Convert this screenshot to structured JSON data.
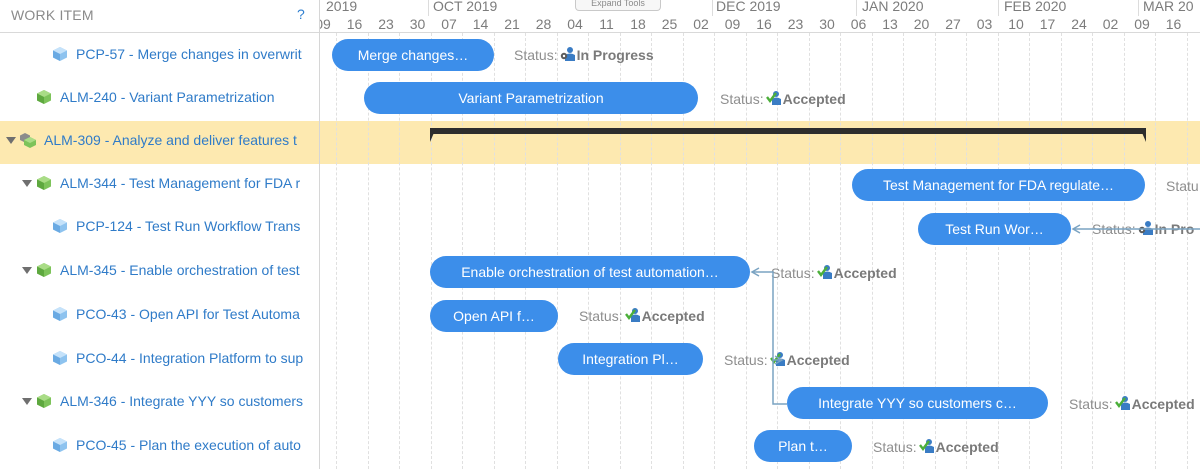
{
  "header": {
    "work_item_label": "WORK ITEM",
    "help": "?",
    "expand_tools": "Expand Tools"
  },
  "timeline": {
    "months": [
      "2019",
      "OCT 2019",
      "DEC 2019",
      "JAN 2020",
      "FEB 2020",
      "MAR 20"
    ],
    "days": [
      "09",
      "16",
      "23",
      "30",
      "07",
      "14",
      "21",
      "28",
      "04",
      "11",
      "18",
      "25",
      "02",
      "09",
      "16",
      "23",
      "30",
      "06",
      "13",
      "20",
      "27",
      "03",
      "10",
      "17",
      "24",
      "02",
      "09",
      "16"
    ]
  },
  "status_label": "Status:",
  "rows": [
    {
      "id": "PCP-57 - Merge changes in overwrit",
      "bar": "Merge changes…",
      "status": "In Progress"
    },
    {
      "id": "ALM-240 - Variant Parametrization",
      "bar": "Variant Parametrization",
      "status": "Accepted"
    },
    {
      "id": "ALM-309 - Analyze and deliver features t",
      "bar": "",
      "status": ""
    },
    {
      "id": "ALM-344 - Test Management for FDA r",
      "bar": "Test Management for FDA regulate…",
      "status": "Statu"
    },
    {
      "id": "PCP-124 - Test Run Workflow Trans",
      "bar": "Test Run Wor…",
      "status": "In Pro"
    },
    {
      "id": "ALM-345 - Enable orchestration of test",
      "bar": "Enable orchestration of test automation…",
      "status": "Accepted"
    },
    {
      "id": "PCO-43 - Open API for Test Automa",
      "bar": "Open API f…",
      "status": "Accepted"
    },
    {
      "id": "PCO-44 - Integration Platform to sup",
      "bar": "Integration Pl…",
      "status": "Accepted"
    },
    {
      "id": "ALM-346 - Integrate YYY so customers",
      "bar": "Integrate YYY so customers c…",
      "status": "Accepted"
    },
    {
      "id": "PCO-45 - Plan the execution of auto",
      "bar": "Plan t…",
      "status": "Accepted"
    }
  ],
  "colors": {
    "bar": "#3c8eea",
    "highlight": "#fde9b0",
    "link": "#2f7bc8",
    "summary": "#2d2d2d"
  },
  "icons": {
    "task": "cube-blue-icon",
    "feature": "cube-green-icon",
    "epic": "cube-stack-icon",
    "in_progress": "person-gear-icon",
    "accepted": "person-check-icon"
  }
}
